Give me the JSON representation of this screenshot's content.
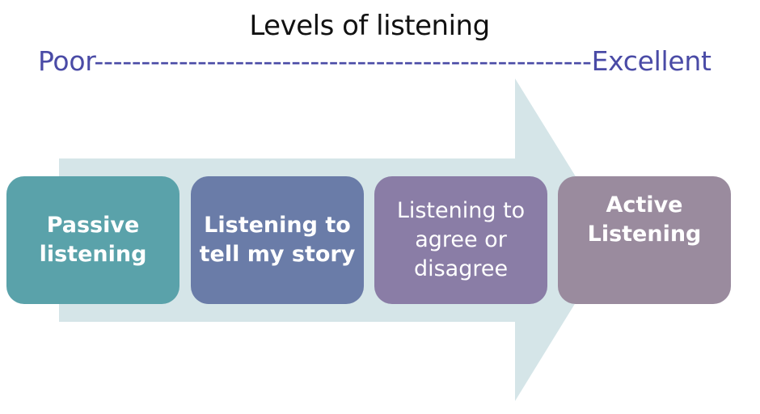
{
  "title": "Levels of listening",
  "scale": {
    "low": "Poor",
    "connector": "-----------------------------------------------------",
    "high": "Excellent"
  },
  "levels": [
    {
      "label": "Passive listening",
      "color": "#5aa2aa",
      "bold": true
    },
    {
      "label": "Listening to tell my story",
      "color": "#6a7ca8",
      "bold": true
    },
    {
      "label": "Listening to agree or disagree",
      "color": "#8a7da6",
      "bold": false
    },
    {
      "label": "Active Listening",
      "color": "#9a8b9e",
      "bold": true
    }
  ],
  "colors": {
    "arrow": "#d5e5e8",
    "scale_text": "#4a4ba6",
    "title_text": "#111111"
  }
}
